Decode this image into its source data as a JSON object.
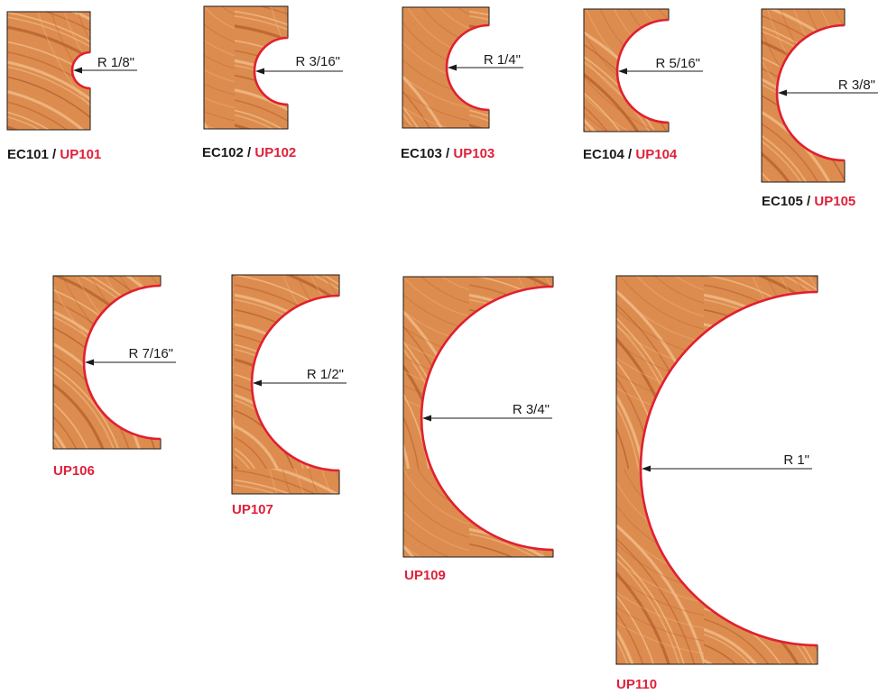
{
  "colors": {
    "wood_light": "#f2c08a",
    "wood_mid": "#dd8c4f",
    "wood_dark": "#b55e2c",
    "profile_edge": "#e02030",
    "outline": "#1a1a1a",
    "dimension_line": "#1a1a1a",
    "ec_label": "#1a1a1a",
    "up_label": "#e0203a"
  },
  "profiles": [
    {
      "id": "p101",
      "radius": "R 1/8\"",
      "ec": "EC101",
      "sep": " / ",
      "up": "UP101"
    },
    {
      "id": "p102",
      "radius": "R 3/16\"",
      "ec": "EC102",
      "sep": " / ",
      "up": "UP102"
    },
    {
      "id": "p103",
      "radius": "R 1/4\"",
      "ec": "EC103",
      "sep": " / ",
      "up": "UP103"
    },
    {
      "id": "p104",
      "radius": "R 5/16\"",
      "ec": "EC104",
      "sep": " / ",
      "up": "UP104"
    },
    {
      "id": "p105",
      "radius": "R 3/8\"",
      "ec": "EC105",
      "sep": " / ",
      "up": "UP105"
    },
    {
      "id": "p106",
      "radius": "R 7/16\"",
      "ec": "",
      "sep": "",
      "up": "UP106"
    },
    {
      "id": "p107",
      "radius": "R 1/2\"",
      "ec": "",
      "sep": "",
      "up": "UP107"
    },
    {
      "id": "p109",
      "radius": "R 3/4\"",
      "ec": "",
      "sep": "",
      "up": "UP109"
    },
    {
      "id": "p110",
      "radius": "R 1\"",
      "ec": "",
      "sep": "",
      "up": "UP110"
    }
  ]
}
